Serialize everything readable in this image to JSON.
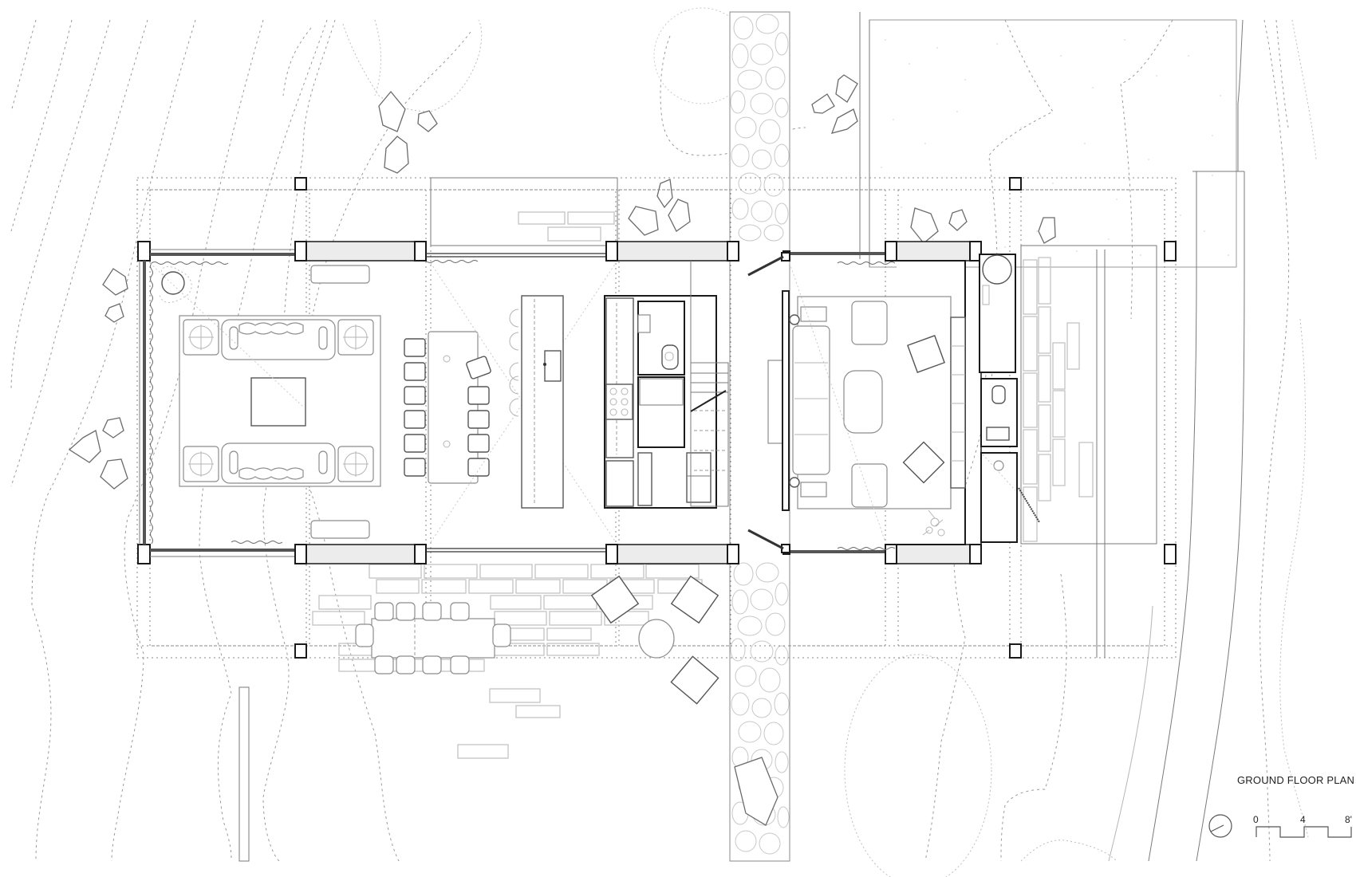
{
  "drawing": {
    "title": "GROUND FLOOR PLAN",
    "type": "architectural floor plan",
    "background_color": "#ffffff",
    "line_color": "#1a1a1a"
  },
  "scale_bar": {
    "labels": [
      "0",
      "4",
      "8'"
    ],
    "unit": "feet"
  },
  "north_arrow": {
    "icon": "north-arrow-circle-icon"
  },
  "spaces": {
    "living_room_west": {
      "furniture": [
        "sofa",
        "sofa",
        "side-table",
        "side-table",
        "side-table",
        "side-table",
        "coffee-table",
        "rug",
        "bench",
        "bench",
        "plant"
      ]
    },
    "dining": {
      "furniture": [
        "dining-table",
        "dining-chair x12"
      ]
    },
    "kitchen": {
      "furniture": [
        "kitchen-island",
        "bar-stool x5",
        "range-cooktop",
        "sink",
        "counter"
      ]
    },
    "powder_room": {
      "furniture": [
        "toilet",
        "sink"
      ]
    },
    "stair": {
      "furniture": [
        "stair"
      ]
    },
    "living_room_east": {
      "furniture": [
        "sofa",
        "armchair x2",
        "lounge-chair x2",
        "coffee-table",
        "credenza",
        "rug",
        "plant",
        "fireplace"
      ]
    },
    "bathroom_east": {
      "furniture": [
        "bathtub",
        "toilet",
        "sink",
        "shower"
      ]
    },
    "terrace": {
      "furniture": [
        "outdoor-dining-table",
        "outdoor-chair x10",
        "lounge-chair x3",
        "round-side-table",
        "stone-pavers"
      ]
    },
    "landscape": {
      "elements": [
        "contour-lines",
        "boulders",
        "cobblestone-path",
        "tree-canopy",
        "lawn",
        "driveway"
      ]
    }
  }
}
